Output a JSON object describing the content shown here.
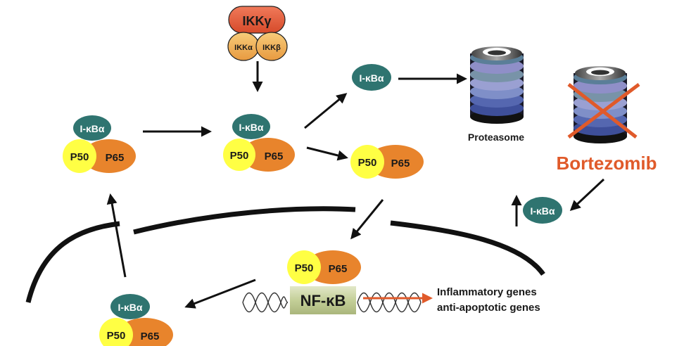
{
  "kinase_complex": {
    "gamma": "IKKγ",
    "alpha": "IKKα",
    "beta": "IKKβ"
  },
  "labels": {
    "ikb": "I-κBα",
    "p50": "P50",
    "p65": "P65",
    "nfkb": "NF-κB",
    "proteasome": "Proteasome",
    "drug": "Bortezomib",
    "genes_line1": "Inflammatory genes",
    "genes_line2": "anti-apoptotic genes"
  },
  "colors": {
    "ikb": "#2f7470",
    "p50": "#ffff44",
    "p65": "#e8842c",
    "ikk_gamma": "#e05a3a",
    "ikk_sub": "#f0b050",
    "drug": "#e05a2a",
    "nfkb_box": "#c9d3a0"
  }
}
